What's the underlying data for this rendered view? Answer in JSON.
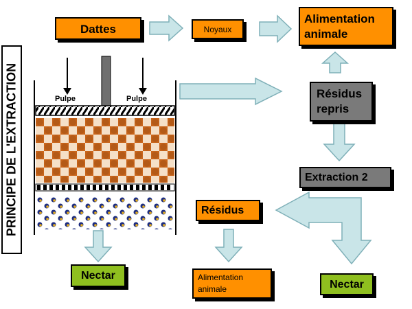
{
  "vertical_title": "PRINCIPE DE L'EXTRACTION",
  "boxes": {
    "dattes": "Dattes",
    "noyaux": "Noyaux",
    "alimentation_animale_top": [
      "Alimentation",
      "animale"
    ],
    "residus_repris": [
      "Résidus",
      "repris"
    ],
    "extraction_2": "Extraction 2",
    "residus": "Résidus",
    "alimentation_animale_bottom": [
      "Alimentation",
      "animale"
    ],
    "nectar_left": "Nectar",
    "nectar_right": "Nectar"
  },
  "press": {
    "pulpe_left": "Pulpe",
    "pulpe_right": "Pulpe"
  },
  "colors": {
    "orange": "#ff9000",
    "green": "#8fbf1f",
    "gray": "#7a7a7a",
    "arrow_fill": "#c9e5e8",
    "arrow_stroke": "#7fb0b8",
    "checker_orange": "#c8641a",
    "checker_light": "#f5e0c8"
  }
}
